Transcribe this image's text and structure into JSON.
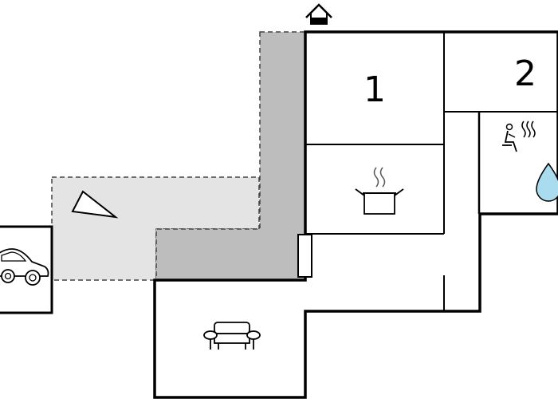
{
  "floorplan": {
    "rooms": [
      {
        "id": "bedroom-1",
        "label": "1"
      },
      {
        "id": "bedroom-2",
        "label": "2"
      }
    ],
    "icons": {
      "entrance": "house-entrance-icon",
      "kitchen": "cooking-pot-icon",
      "sauna": "sauna-icon",
      "water": "water-drop-icon",
      "living": "sofa-icon",
      "parking": "car-icon",
      "garden": "triangle-flag-icon"
    },
    "colors": {
      "wall": "#000000",
      "terrace_dark": "#bdbdbd",
      "terrace_light": "#e4e4e4",
      "water": "#a9dcef",
      "background": "#ffffff"
    }
  }
}
